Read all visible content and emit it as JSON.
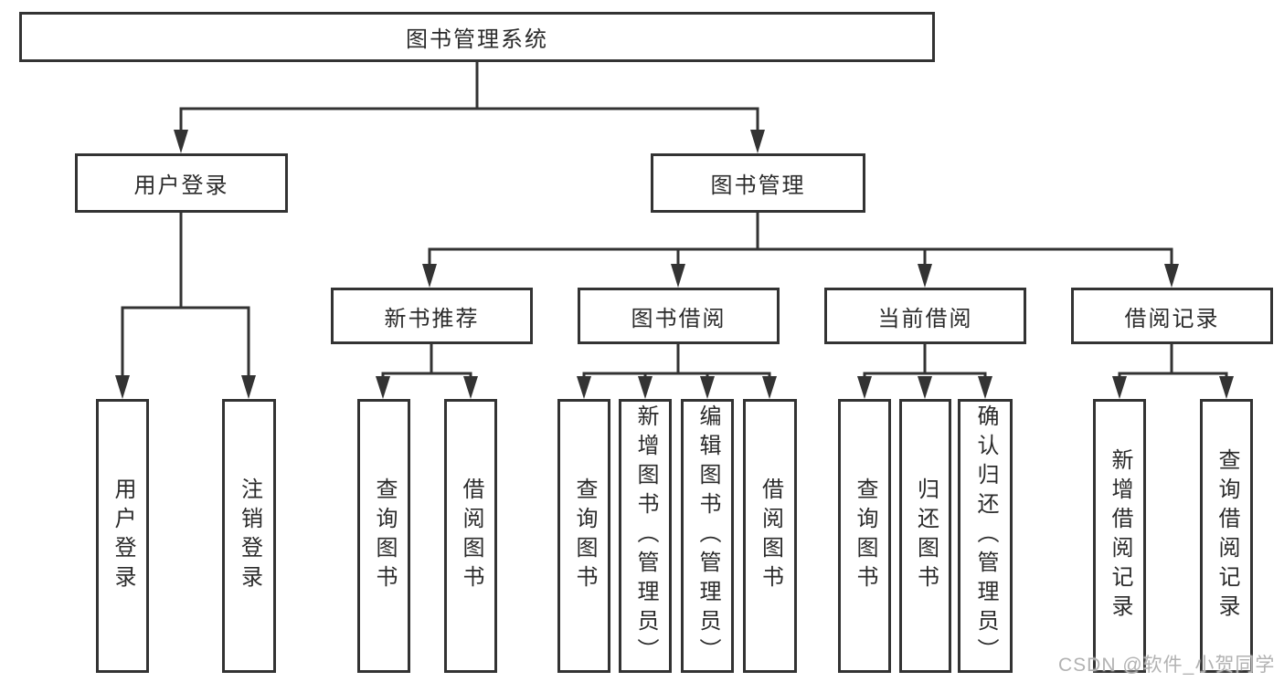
{
  "diagram": {
    "type": "hierarchy-tree",
    "colors": {
      "line": "#333333",
      "border": "#333333",
      "text": "#2b2b2b",
      "background": "#ffffff",
      "watermark": "#b2b2b2"
    },
    "tree": {
      "root": {
        "label": "图书管理系统"
      },
      "l2": [
        {
          "label": "用户登录",
          "children": [
            {
              "label": "用户登录"
            },
            {
              "label": "注销登录"
            }
          ]
        },
        {
          "label": "图书管理",
          "children": [
            {
              "label": "新书推荐",
              "children": [
                {
                  "label": "查询图书"
                },
                {
                  "label": "借阅图书"
                }
              ]
            },
            {
              "label": "图书借阅",
              "children": [
                {
                  "label": "查询图书"
                },
                {
                  "label": "新增图书（管理员）"
                },
                {
                  "label": "编辑图书（管理员）"
                },
                {
                  "label": "借阅图书"
                }
              ]
            },
            {
              "label": "当前借阅",
              "children": [
                {
                  "label": "查询图书"
                },
                {
                  "label": "归还图书"
                },
                {
                  "label": "确认归还（管理员）"
                }
              ]
            },
            {
              "label": "借阅记录",
              "children": [
                {
                  "label": "新增借阅记录"
                },
                {
                  "label": "查询借阅记录"
                }
              ]
            }
          ]
        }
      ]
    }
  },
  "watermark": {
    "text": "CSDN @软件_小贺同学"
  }
}
